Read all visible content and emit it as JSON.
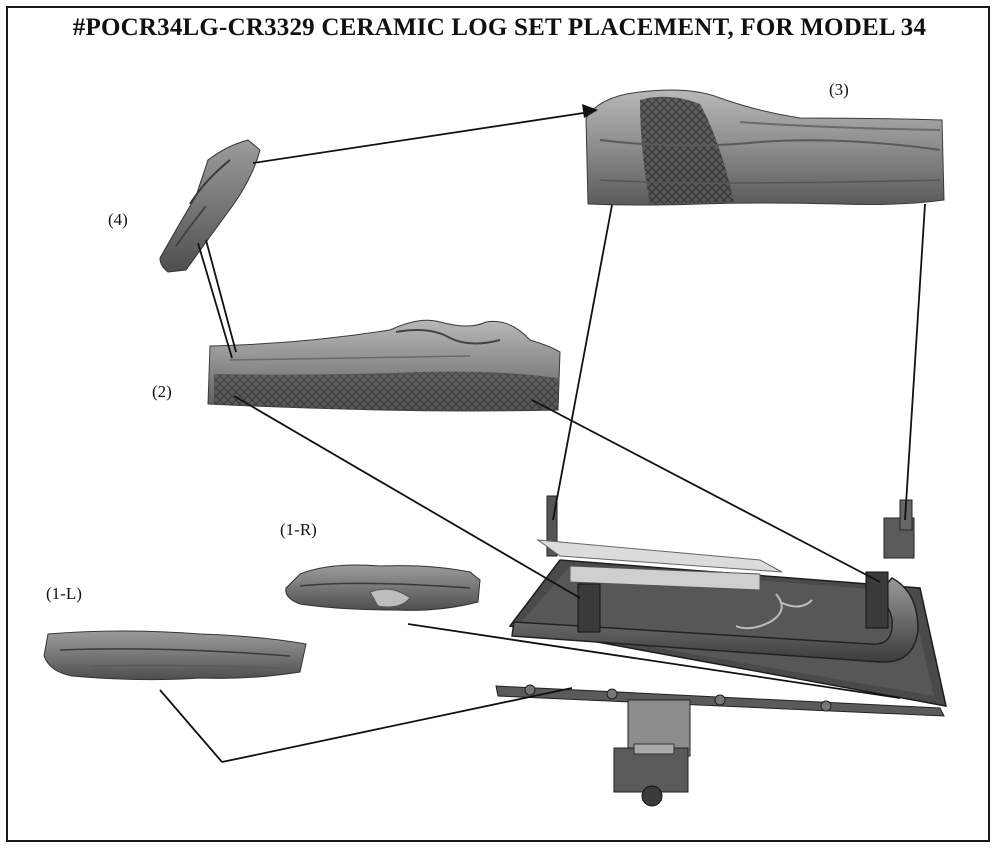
{
  "title": "#POCR34LG-CR3329 CERAMIC LOG SET PLACEMENT, FOR MODEL 34",
  "labels": {
    "log_3": "(3)",
    "log_4": "(4)",
    "log_2": "(2)",
    "log_1r": "(1-R)",
    "log_1l": "(1-L)"
  },
  "colors": {
    "ink": "#111111",
    "log_dark": "#4a4a4a",
    "log_mid": "#8a8a8a",
    "log_light": "#bdbdbd",
    "burner_metal": "#6e6e6e"
  }
}
